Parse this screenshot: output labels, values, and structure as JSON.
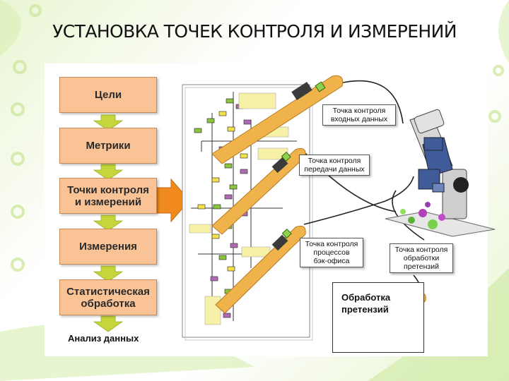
{
  "title": "УСТАНОВКА ТОЧЕК КОНТРОЛЯ И ИЗМЕРЕНИЙ",
  "stages": [
    {
      "line1": "Цели",
      "line2": ""
    },
    {
      "line1": "Метрики",
      "line2": ""
    },
    {
      "line1": "Точки контроля",
      "line2": "и измерений"
    },
    {
      "line1": "Измерения",
      "line2": ""
    },
    {
      "line1": "Статистическая",
      "line2": "обработка"
    }
  ],
  "final_stage": "Анализ данных",
  "control_points": [
    {
      "line1": "Точка контроля",
      "line2": "входных данных",
      "line3": ""
    },
    {
      "line1": "Точка контроля",
      "line2": "передачи данных",
      "line3": ""
    },
    {
      "line1": "Точка контроля",
      "line2": "процессов",
      "line3": "бэк-офиса"
    },
    {
      "line1": "Точка контроля",
      "line2": "обработки",
      "line3": "претензий"
    }
  ],
  "claims_box": {
    "line1": "Обработка",
    "line2": "претензий"
  },
  "colors": {
    "stage_fill": "#f9c396",
    "arrow_fill": "#c4d63a",
    "big_arrow": "#f08a1e",
    "thermometer": "#f0b24a",
    "microscope": "#3f5c99"
  }
}
